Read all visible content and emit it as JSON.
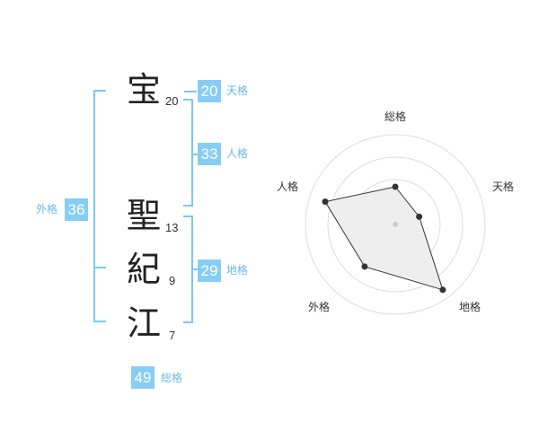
{
  "characters": [
    {
      "char": "宝",
      "strokes": "20"
    },
    {
      "char": "聖",
      "strokes": "13"
    },
    {
      "char": "紀",
      "strokes": "9"
    },
    {
      "char": "江",
      "strokes": "7"
    }
  ],
  "kakusu": {
    "tenkaku": {
      "value": "20",
      "label": "天格"
    },
    "jinkaku": {
      "value": "33",
      "label": "人格"
    },
    "chikaku": {
      "value": "29",
      "label": "地格"
    },
    "gaikaku": {
      "value": "36",
      "label": "外格"
    },
    "soukaku": {
      "value": "49",
      "label": "総格"
    }
  },
  "colors": {
    "accent": "#87cdf5",
    "bracket": "#7cc7f2",
    "ring": "#dddddd",
    "fill": "#eeeeee"
  },
  "chart_data": {
    "type": "radar",
    "axes": [
      "総格",
      "天格",
      "地格",
      "外格",
      "人格"
    ],
    "values": [
      0.42,
      0.28,
      0.9,
      0.58,
      0.82
    ],
    "rings": 4
  }
}
